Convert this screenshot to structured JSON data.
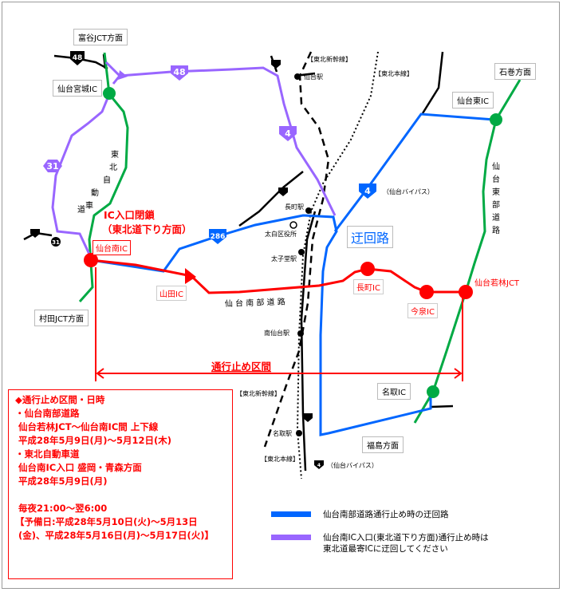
{
  "labels": {
    "tomiya_jct": "富谷JCT方面",
    "sendai_miyagi_ic": "仙台宮城IC",
    "murata_jct": "村田JCT方面",
    "ishinomaki": "石巻方面",
    "sendai_higashi_ic": "仙台東IC",
    "natori_ic": "名取IC",
    "fukushima": "福島方面",
    "sendai_minami_ic": "仙台南IC",
    "yamada_ic": "山田IC",
    "nagamachi_ic": "長町IC",
    "imaizumi_ic": "今泉IC",
    "wakabayashi_jct": "仙台若林JCT",
    "detour": "迂回路",
    "closure": "IC入口閉鎖",
    "closure_dir": "（東北道下り方面）",
    "closed_section": "通行止め区間",
    "tohoku_expwy": [
      "東",
      "北",
      "自",
      "動",
      "車",
      "道"
    ],
    "tobu_road": [
      "仙",
      "台",
      "東",
      "部",
      "道",
      "路"
    ],
    "nanbu_road": "仙 台 南 部 道 路",
    "shinkansen_top": "【東北新幹線】",
    "honsen_top": "【東北本線】",
    "shinkansen_bottom": "【東北新幹線】",
    "honsen_bottom": "【東北本線】",
    "bypass_top": "（仙台バイパス）",
    "bypass_bottom": "（仙台バイパス）",
    "sendai_station": "仙台駅",
    "nagamachi_station": "長町駅",
    "taihaku_office": "太白区役所",
    "taishido_station": "太子堂駅",
    "minamisendai_station": "南仙台駅",
    "natori_station": "名取駅"
  },
  "shields": {
    "r48_top": "48",
    "r48_purple": "48",
    "r4_purple": "4",
    "r4_bypass": "4",
    "r31": "31",
    "r31_black": "31",
    "r286": "286",
    "r4_bottom": "4"
  },
  "notice": {
    "title": "◆通行止め区間・日時",
    "item1_head": "・仙台南部道路",
    "item1_section": "仙台若林JCT～仙台南IC間  上下線",
    "item1_date": "平成28年5月9日(月)～5月12日(木)",
    "item2_head": "・東北自動車道",
    "item2_section": "仙台南IC入口 盛岡・青森方面",
    "item2_date": "平成28年5月9日(月)",
    "time": "毎夜21:00～翌6:00",
    "reserve1": "【予備日:平成28年5月10日(火)～5月13日",
    "reserve2": "(金)、平成28年5月16日(月)～5月17日(火)】"
  },
  "legend": {
    "blue": "仙台南部道路通行止め時の迂回路",
    "purple_1": "仙台南IC入口(東北道下り方面)通行止め時は",
    "purple_2": "東北道最寄ICに迂回してください"
  },
  "colors": {
    "closure_red": "#ff0000",
    "detour_blue": "#0066ff",
    "purple": "#9966ff",
    "expressway_green": "#00aa44"
  }
}
